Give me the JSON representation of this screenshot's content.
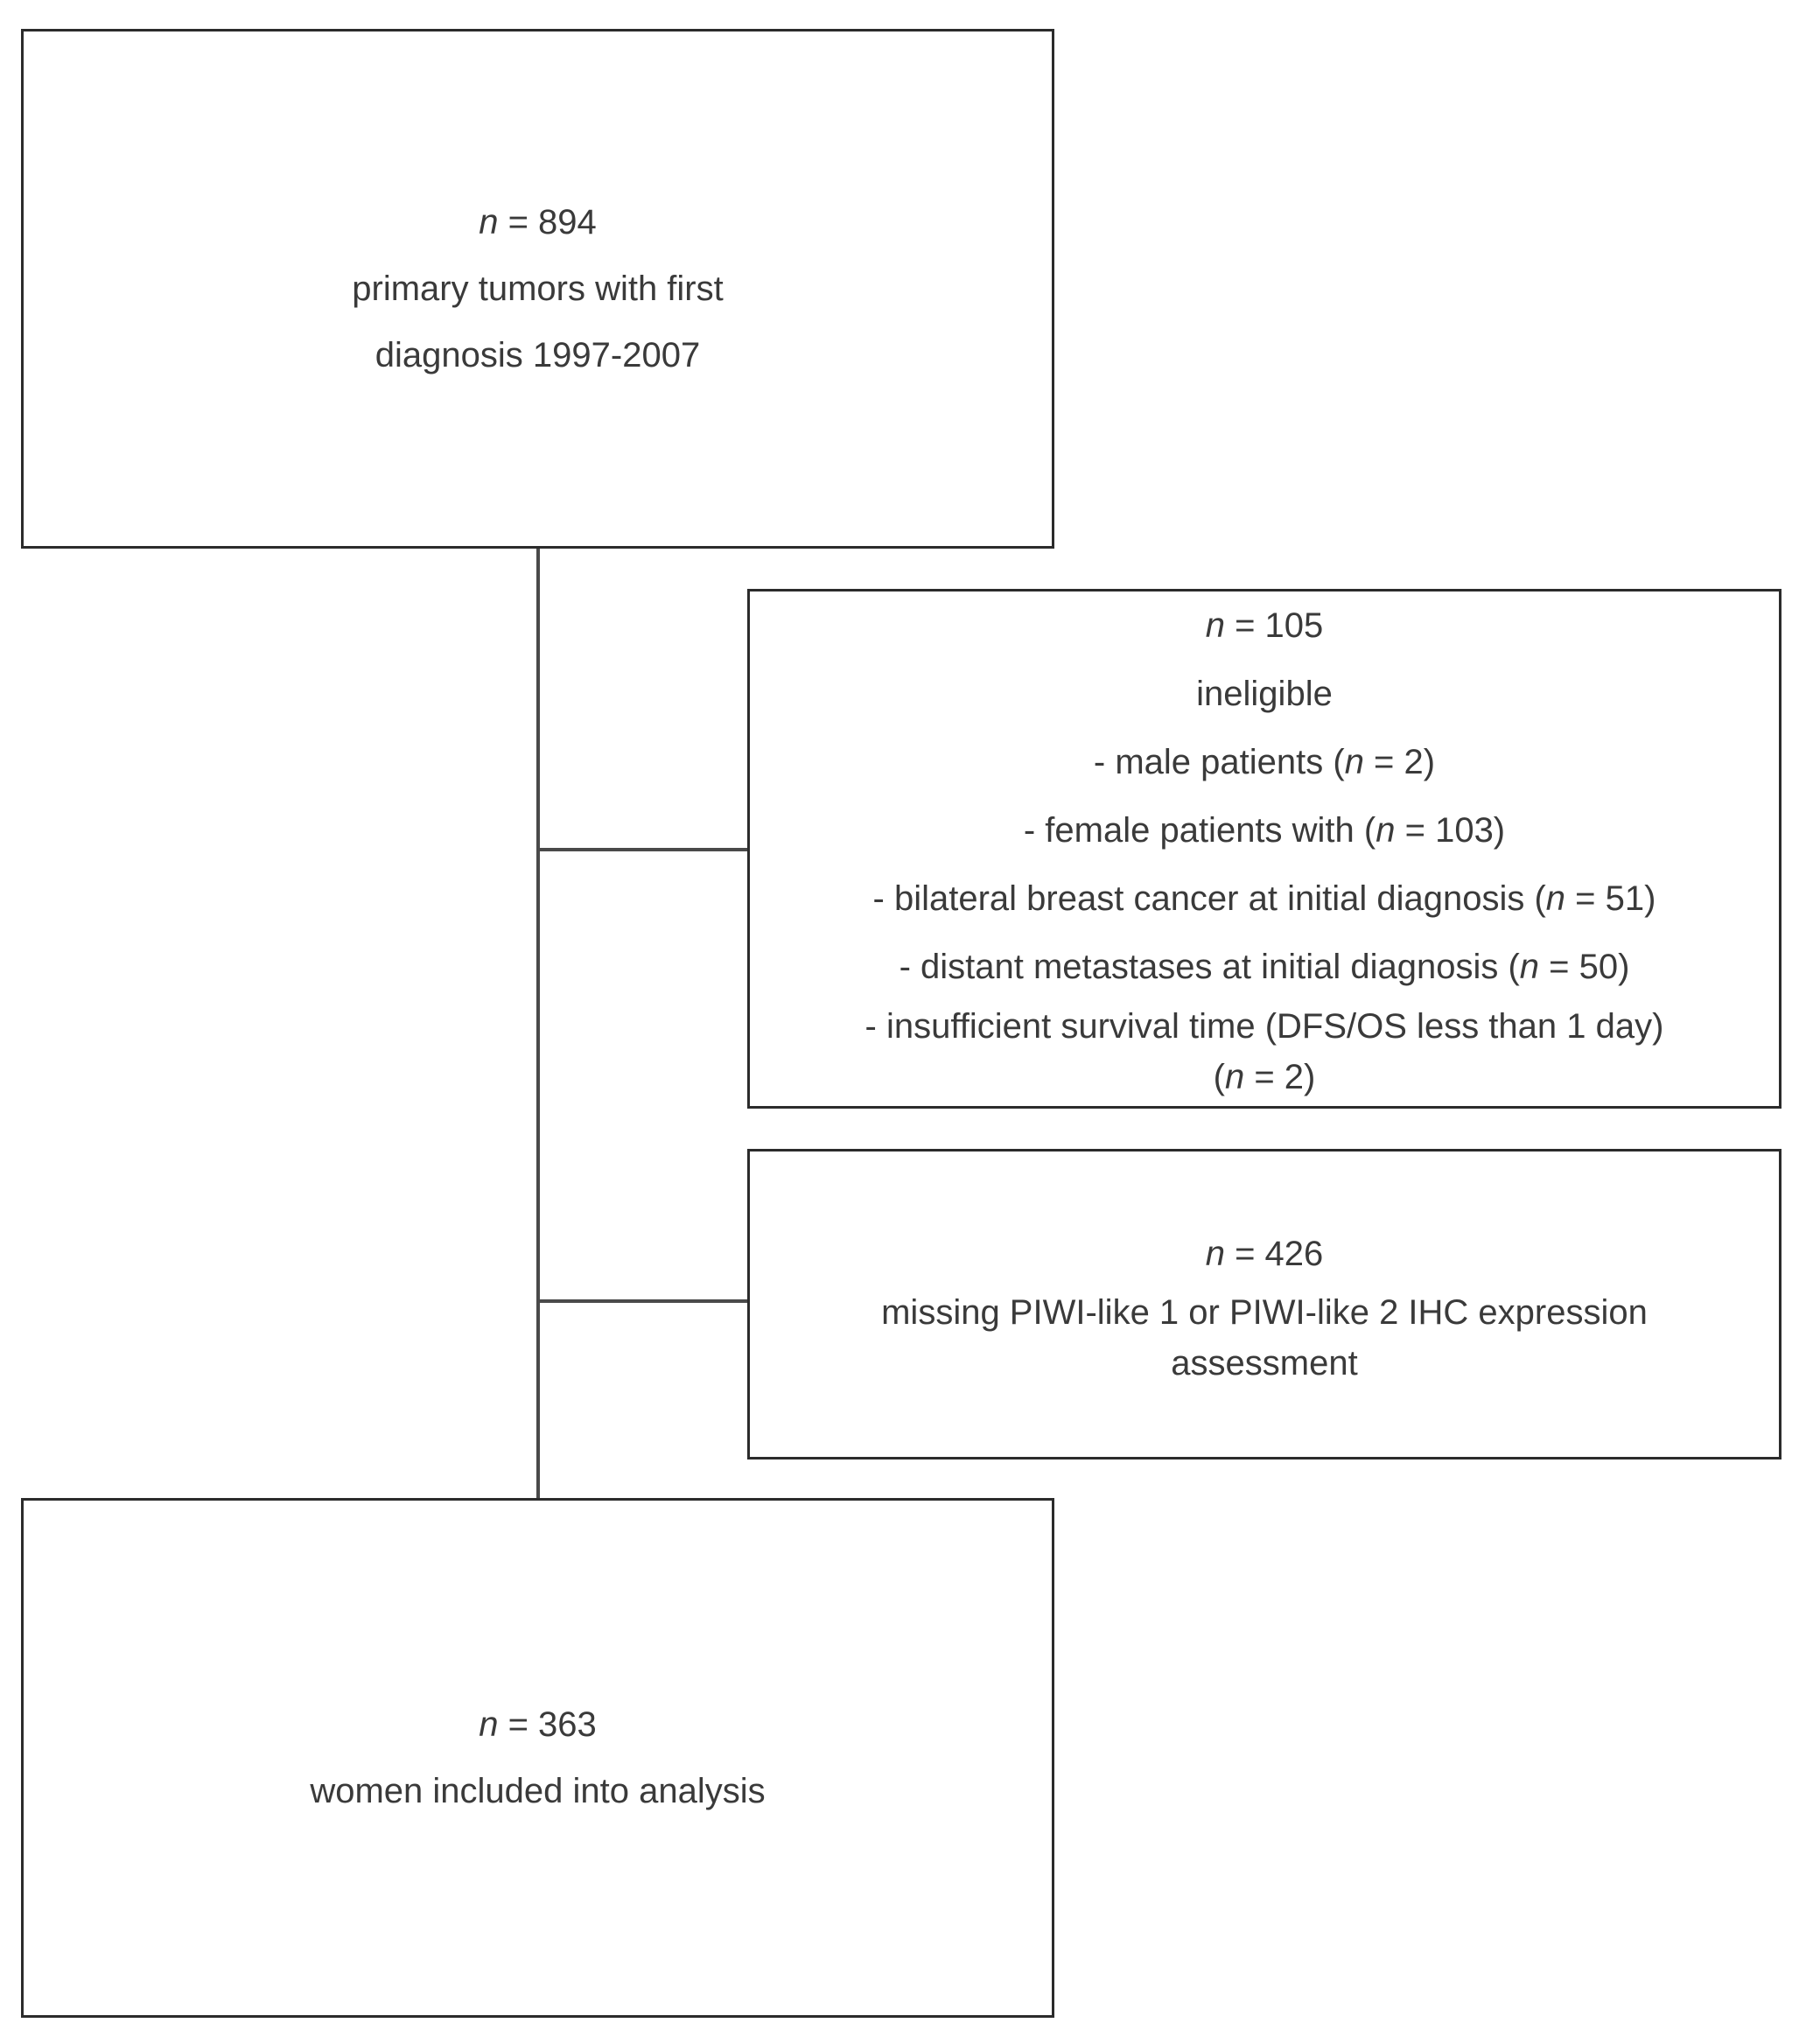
{
  "boxes": {
    "start": {
      "n_symbol": "n",
      "n_value": "= 894",
      "line1": "primary tumors with  first",
      "line2": "diagnosis 1997-2007"
    },
    "ineligible": {
      "n_symbol": "n",
      "n_value": "= 105",
      "title": "ineligible",
      "items": [
        {
          "pre": "- male patients (",
          "sym": "n",
          "post": " = 2)"
        },
        {
          "pre": "- female  patients with (",
          "sym": "n",
          "post": " = 103)"
        },
        {
          "pre": "- bilateral breast cancer at initial diagnosis (",
          "sym": "n",
          "post": " = 51)"
        },
        {
          "pre": "- distant metastases at initial diagnosis (",
          "sym": "n",
          "post": " = 50)"
        },
        {
          "pre": "- insufficient survival time (DFS/OS less than 1 day)",
          "sym": "",
          "post": ""
        },
        {
          "pre": "(",
          "sym": "n",
          "post": " = 2)"
        }
      ]
    },
    "missing": {
      "n_symbol": "n",
      "n_value": "= 426",
      "line1": "missing PIWI-like 1 or PIWI-like 2 IHC expression",
      "line2": "assessment"
    },
    "final": {
      "n_symbol": "n",
      "n_value": "= 363",
      "line1": "women  included into analysis"
    }
  }
}
